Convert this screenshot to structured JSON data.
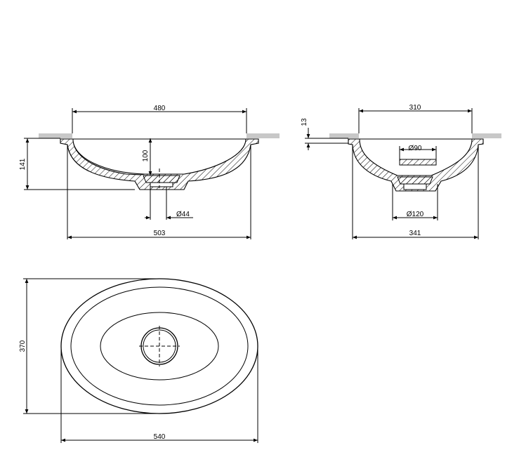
{
  "front_view": {
    "top_width": "480",
    "overall_width": "503",
    "height": "141",
    "depth": "100",
    "drain_diameter": "Ø44"
  },
  "side_view": {
    "top_width": "310",
    "overall_width": "341",
    "rim_thickness": "13",
    "inner_diameter": "Ø90",
    "outer_diameter": "Ø120"
  },
  "plan_view": {
    "length": "540",
    "width": "370"
  }
}
